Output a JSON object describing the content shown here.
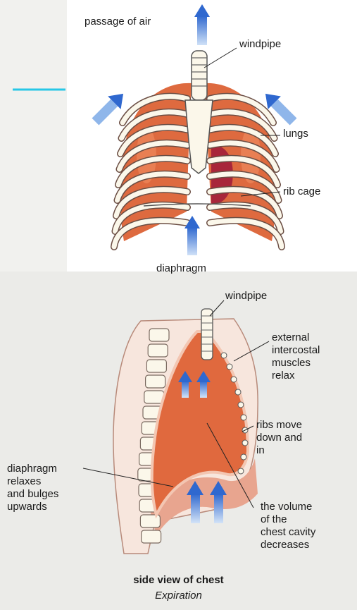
{
  "front_view": {
    "labels": {
      "passage_of_air": "passage of air",
      "windpipe": "windpipe",
      "lungs": "lungs",
      "rib_cage": "rib cage",
      "diaphragm": "diaphragm"
    }
  },
  "side_view": {
    "labels": {
      "windpipe": "windpipe",
      "external_intercostal": "external\nintercostal\nmuscles\nrelax",
      "ribs_move": "ribs move\ndown and\nin",
      "diaphragm_relaxes": "diaphragm\nrelaxes\nand bulges\nupwards",
      "volume": "the volume\nof the\nchest cavity\ndecreases"
    },
    "title": "side view of chest",
    "subtitle": "Expiration"
  },
  "colors": {
    "lung": "#e0693e",
    "arrow": "#3a6fd0",
    "bone": "#fbf7ea",
    "guide_line": "#27c7e6"
  }
}
